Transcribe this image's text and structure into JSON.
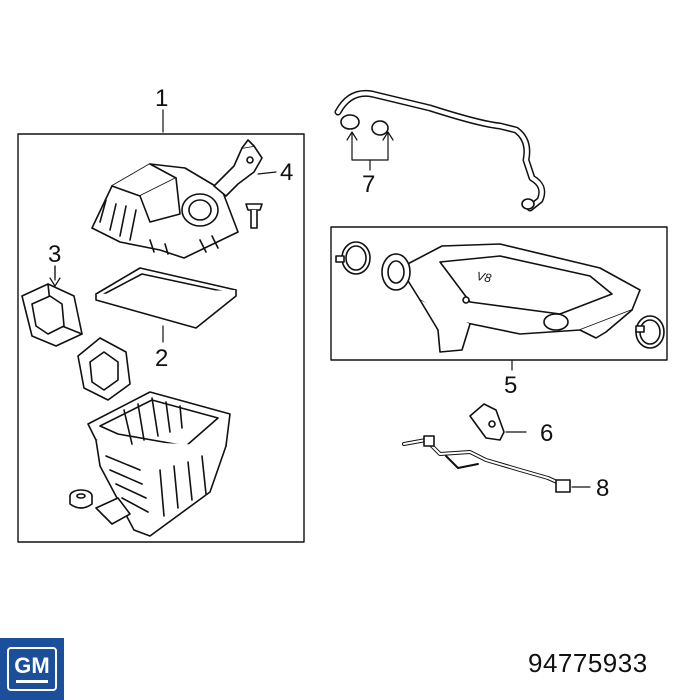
{
  "callouts": [
    "1",
    "2",
    "3",
    "4",
    "5",
    "6",
    "7",
    "8"
  ],
  "part_number": "94775933",
  "logo": {
    "text": "GM",
    "color": "#1b4f9c"
  },
  "colors": {
    "line": "#111111",
    "background": "#ffffff"
  }
}
